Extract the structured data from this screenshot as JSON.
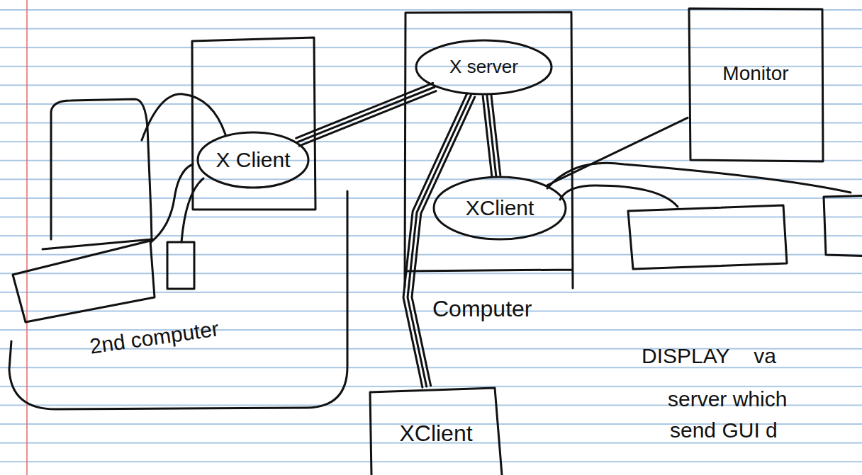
{
  "diagram": {
    "nodes": [
      {
        "text": [
          "2nd computer"
        ]
      },
      {
        "text": [
          "X Client"
        ],
        "in": 0
      },
      {
        "text": [
          "Computer"
        ]
      },
      {
        "text": [
          "X server"
        ],
        "in": 2
      },
      {
        "text": [
          "XClient"
        ],
        "in": 2
      },
      {
        "text": [
          "Monitor"
        ]
      },
      {
        "text": [
          "XClient"
        ]
      }
    ],
    "edges": [
      {
        "from": 3,
        "to": 1,
        "arrow": "none"
      },
      {
        "from": 3,
        "to": 4,
        "arrow": "none"
      },
      {
        "from": 3,
        "to": 6,
        "arrow": "none"
      },
      {
        "from": 4,
        "to": 5,
        "arrow": "none"
      }
    ],
    "labels": [
      "DISPLAY va",
      "server which",
      "send GUI d"
    ]
  }
}
